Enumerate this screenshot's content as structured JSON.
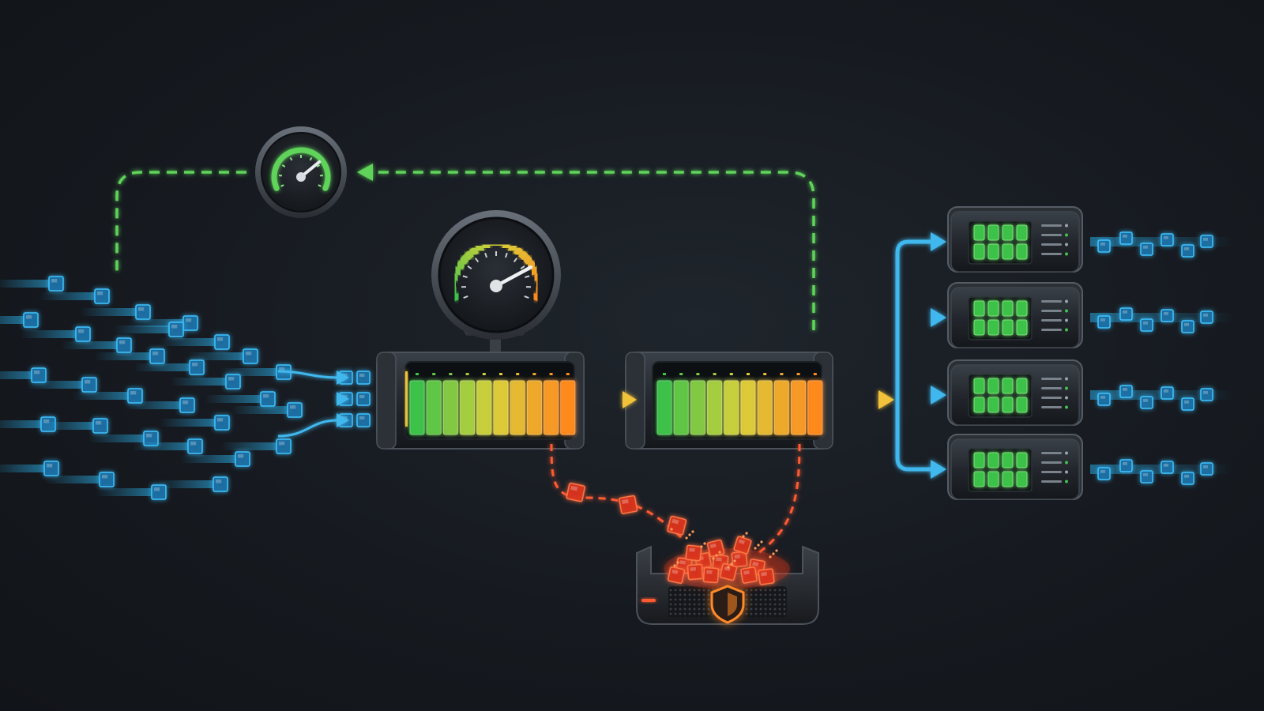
{
  "colors": {
    "background": "#161a20",
    "packet_blue": "#2ab4f0",
    "flow_blue": "#3fb8ee",
    "feedback_green": "#5fd35a",
    "throughput_yellow": "#f2c23a",
    "drop_red": "#ff4a2a",
    "server_green": "#3ec24a"
  },
  "icons": {
    "feedback_gauge": "small-speedometer-icon",
    "main_gauge": "large-pressure-gauge-icon",
    "drop_bin": "shield-icon"
  },
  "levels": {
    "feedback_gauge": 0.72,
    "main_gauge": 0.78,
    "buffer_1_fill": 0.95,
    "buffer_2_fill": 0.97
  },
  "counts": {
    "buffer_cells": 10,
    "servers": 4,
    "incoming_lanes": 3,
    "dropped_packets_in_flight": 3
  }
}
